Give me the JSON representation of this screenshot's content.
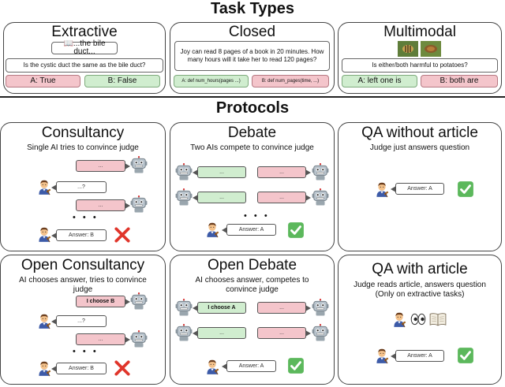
{
  "headings": {
    "task_types": "Task Types",
    "protocols": "Protocols"
  },
  "extractive": {
    "title": "Extractive",
    "snippet": "📖...the bile duct...",
    "question": "Is the cystic duct the same as the bile duct?",
    "answer_a": "A: True",
    "answer_b": "B: False"
  },
  "closed": {
    "title": "Closed",
    "question": "Joy can read 8 pages of a book in 20 minutes. How many hours will it take her to read 120 pages?",
    "answer_a": "A: def num_hours(pages ...)",
    "answer_b": "B: def num_pages(time, ...)"
  },
  "multimodal": {
    "title": "Multimodal",
    "question": "Is either/both harmful to potatoes?",
    "answer_a": "A: left one is",
    "answer_b": "B: both are"
  },
  "consultancy": {
    "title": "Consultancy",
    "subtitle": "Single AI tries to convince judge",
    "ellipsis": "...",
    "question_mark": "...?",
    "dots": "• • •",
    "answer": "Answer: B"
  },
  "debate": {
    "title": "Debate",
    "subtitle": "Two AIs compete to convince judge",
    "ellipsis": "...",
    "dots": "• • •",
    "answer": "Answer: A"
  },
  "qa_without": {
    "title": "QA without article",
    "subtitle": "Judge just answers question",
    "answer": "Answer: A"
  },
  "open_consultancy": {
    "title": "Open Consultancy",
    "subtitle": "AI chooses answer, tries to convince judge",
    "choose": "I choose B",
    "ellipsis": "...",
    "question_mark": "...?",
    "dots": "• • •",
    "answer": "Answer: B"
  },
  "open_debate": {
    "title": "Open Debate",
    "subtitle": "AI chooses answer, competes to convince judge",
    "choose": "I choose A",
    "ellipsis": "...",
    "answer": "Answer: A"
  },
  "qa_with": {
    "title": "QA with article",
    "subtitle": "Judge reads article, answers question (Only on extractive tasks)",
    "answer": "Answer: A"
  },
  "icons": [
    "book-icon",
    "robot-icon",
    "judge-icon",
    "check-icon",
    "cross-icon",
    "eyes-icon",
    "beetle-icon"
  ],
  "colors": {
    "red": "#f4c5cb",
    "green": "#d0edcf",
    "check": "#5cb85c",
    "cross": "#e0352b"
  }
}
